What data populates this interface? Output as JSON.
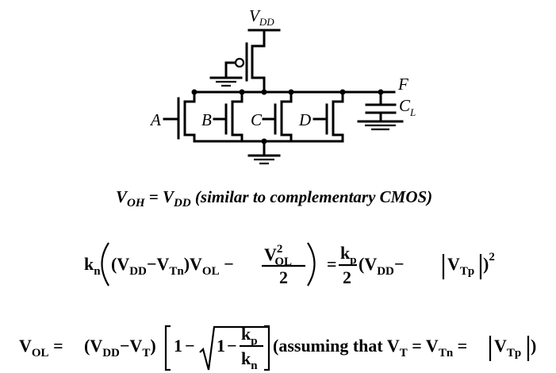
{
  "circuit": {
    "supply": {
      "main": "V",
      "sub": "DD"
    },
    "inputs": [
      "A",
      "B",
      "C",
      "D"
    ],
    "output": "F",
    "load": {
      "main": "C",
      "sub": "L"
    }
  },
  "statement": {
    "lhs_main": "V",
    "lhs_sub": "OH",
    "eq": "=",
    "rhs_main": "V",
    "rhs_sub": "DD",
    "note": "(similar to complementary CMOS)"
  },
  "eq1": {
    "k": "k",
    "k_sub": "n",
    "open": "(",
    "vdd": "V",
    "vdd_sub": "DD",
    "minus": "−",
    "vtn": "V",
    "vtn_sub": "Tn",
    "close": ")",
    "vol": "V",
    "vol_sub": "OL",
    "frac_num": "V",
    "frac_sup": "2",
    "frac_sub": "OL",
    "frac_den": "2",
    "equals": "=",
    "kp": "k",
    "kp_sub": "p",
    "kp_den": "2",
    "vdd2": "V",
    "vdd2_sub": "DD",
    "vtp": "V",
    "vtp_sub": "Tp",
    "exp": "2"
  },
  "eq2": {
    "vol": "V",
    "vol_sub": "OL",
    "equals": "=",
    "vdd": "V",
    "vdd_sub": "DD",
    "minus": "−",
    "vt": "V",
    "vt_sub": "T",
    "one": "1",
    "one_b": "1",
    "minus_b": "−",
    "num": "k",
    "num_sub": "p",
    "den": "k",
    "den_sub": "n",
    "note": "(assuming that V",
    "note_sub": "T",
    "eq_b": "=",
    "vtn": "V",
    "vtn_sub": "Tn",
    "eq_c": "=",
    "vtp": "V",
    "vtp_sub": "Tp",
    "tail": ")"
  }
}
